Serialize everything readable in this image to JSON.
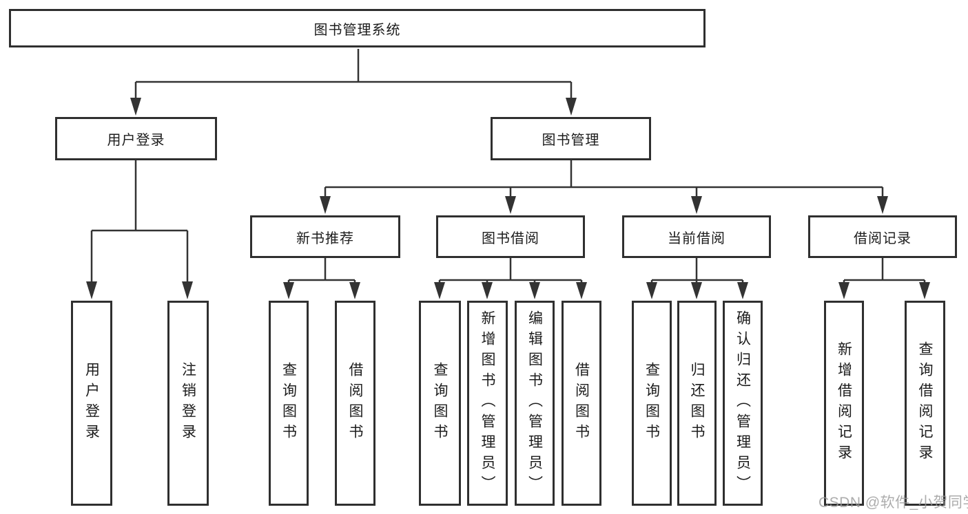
{
  "root": {
    "label": "图书管理系统"
  },
  "level2": [
    {
      "label": "用户登录"
    },
    {
      "label": "图书管理"
    }
  ],
  "level3": [
    {
      "label": "新书推荐",
      "parent": "图书管理"
    },
    {
      "label": "图书借阅",
      "parent": "图书管理"
    },
    {
      "label": "当前借阅",
      "parent": "图书管理"
    },
    {
      "label": "借阅记录",
      "parent": "图书管理"
    }
  ],
  "leaves": [
    {
      "label": "用户登录",
      "parent": "用户登录"
    },
    {
      "label": "注销登录",
      "parent": "用户登录"
    },
    {
      "label": "查询图书",
      "parent": "新书推荐"
    },
    {
      "label": "借阅图书",
      "parent": "新书推荐"
    },
    {
      "label": "查询图书",
      "parent": "图书借阅"
    },
    {
      "label": "新增图书（管理员）",
      "parent": "图书借阅"
    },
    {
      "label": "编辑图书（管理员）",
      "parent": "图书借阅"
    },
    {
      "label": "借阅图书",
      "parent": "图书借阅"
    },
    {
      "label": "查询图书",
      "parent": "当前借阅"
    },
    {
      "label": "归还图书",
      "parent": "当前借阅"
    },
    {
      "label": "确认归还（管理员）",
      "parent": "当前借阅"
    },
    {
      "label": "新增借阅记录",
      "parent": "借阅记录"
    },
    {
      "label": "查询借阅记录",
      "parent": "借阅记录"
    }
  ],
  "colors": {
    "line": "#333333",
    "border": "#2f2f2f",
    "watermark": "#9a9a9a"
  },
  "watermark": "CSDN @软件_小贺同学"
}
